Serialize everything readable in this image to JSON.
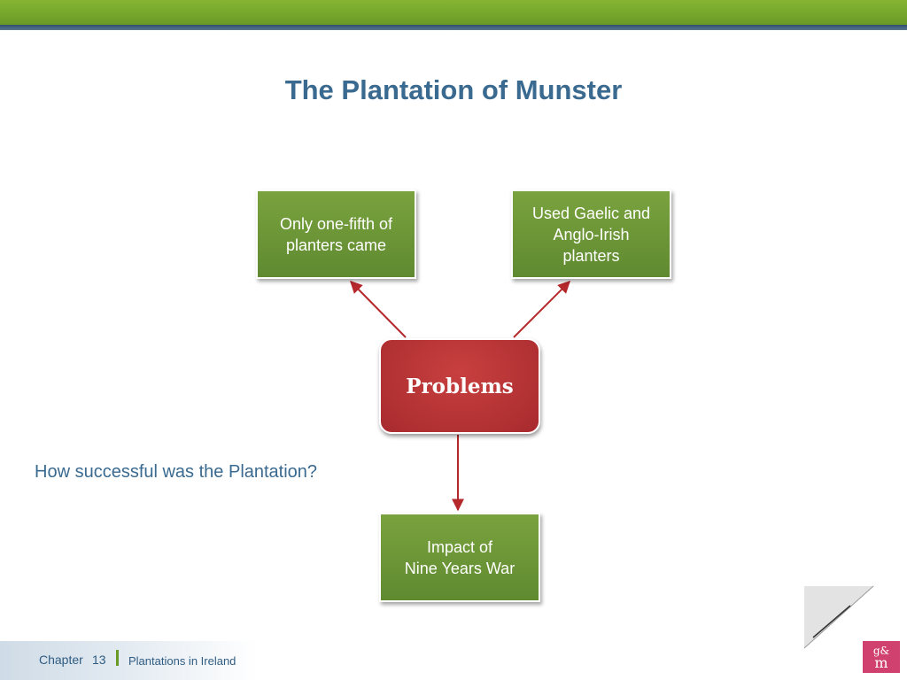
{
  "title": "The Plantation of Munster",
  "diagram": {
    "center": "Problems",
    "nodes": {
      "left": "Only one-fifth of\nplanters came",
      "right": "Used Gaelic and\nAnglo-Irish\nplanters",
      "bottom": "Impact of\nNine Years War"
    }
  },
  "question": "How successful was the Plantation?",
  "footer": {
    "chapter_label": "Chapter",
    "chapter_number": "13",
    "subject": "Plantations in Ireland"
  },
  "logo": {
    "top": "g&",
    "bottom": "m"
  },
  "colors": {
    "accent_green": "#6a9a26",
    "title_blue": "#3a6a90",
    "problems_red": "#b83236",
    "arrow_red": "#b5282c"
  }
}
